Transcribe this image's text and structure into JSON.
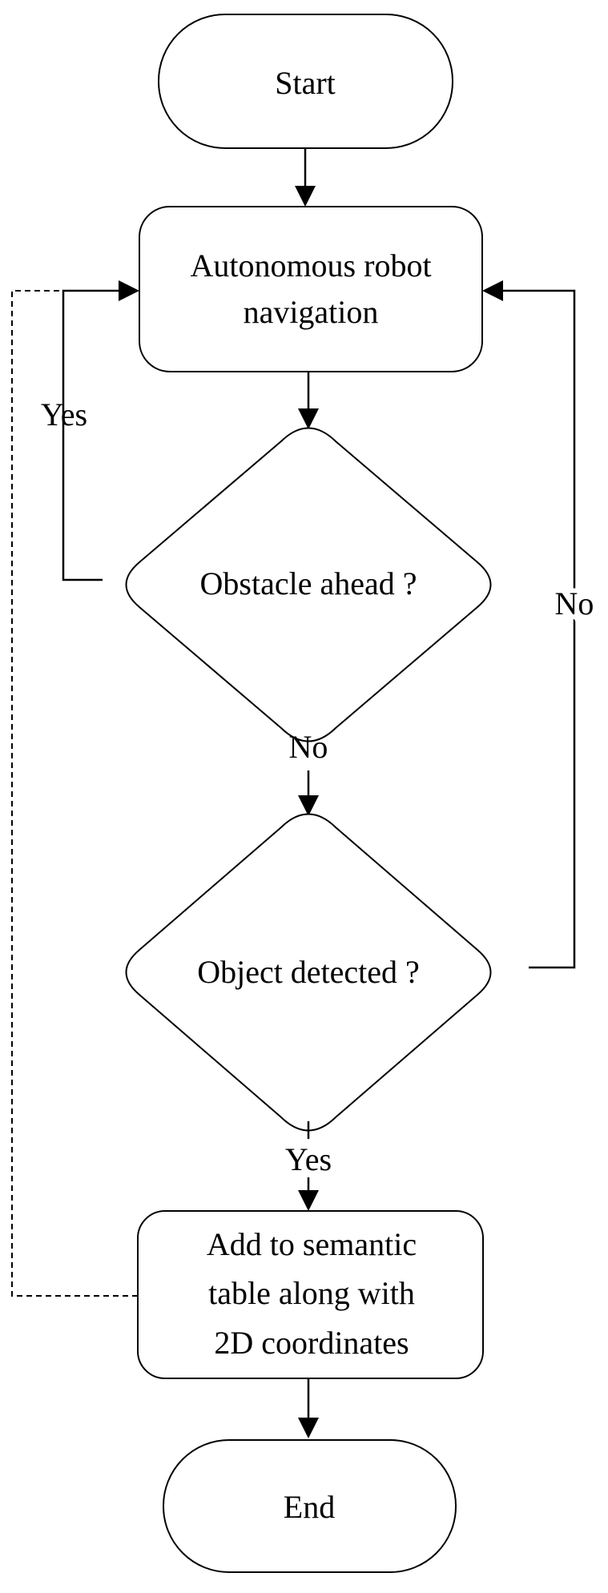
{
  "flowchart": {
    "start": "Start",
    "navigate": [
      "Autonomous robot",
      "navigation"
    ],
    "obstacle": "Obstacle ahead ?",
    "object": "Object detected ?",
    "add": [
      "Add to semantic",
      "table along with",
      "2D coordinates"
    ],
    "end": "End"
  },
  "edges": {
    "obstacle_yes": "Yes",
    "obstacle_no": "No",
    "object_no": "No",
    "object_yes": "Yes"
  }
}
